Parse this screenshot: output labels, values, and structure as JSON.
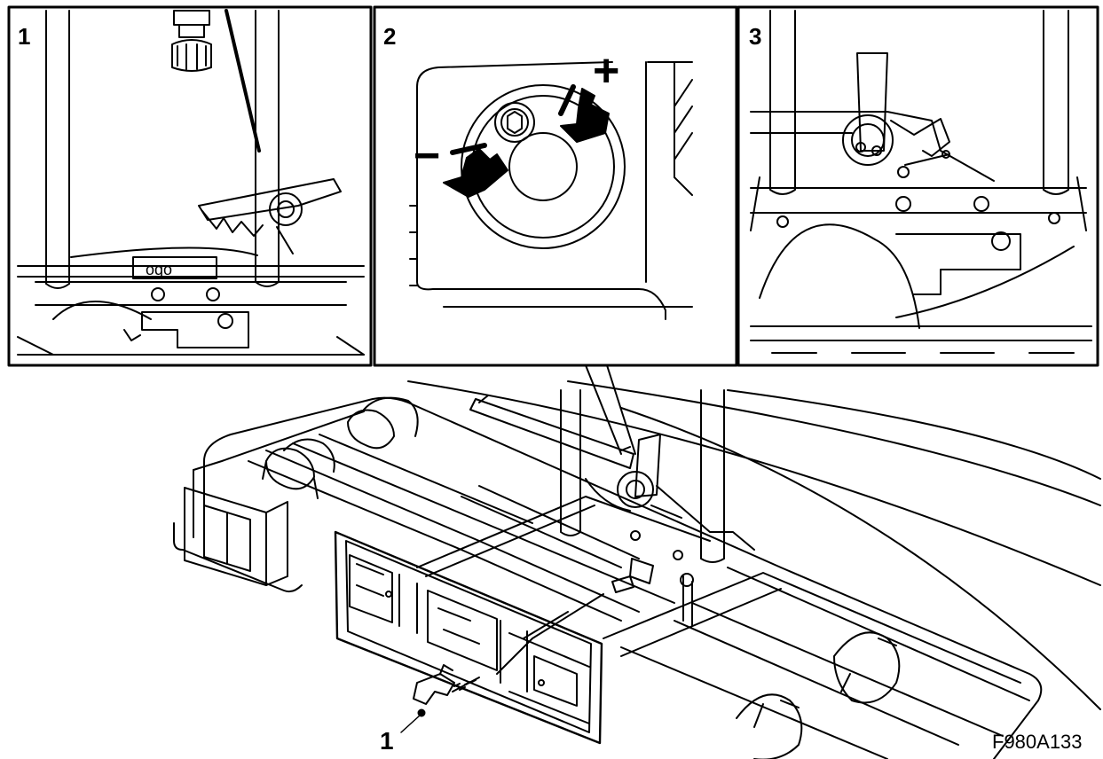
{
  "panels": [
    {
      "label": "1"
    },
    {
      "label": "2"
    },
    {
      "label": "3"
    }
  ],
  "adjust": {
    "plus": "+",
    "minus": "−"
  },
  "callout": {
    "label": "1"
  },
  "figure_code": "F980A133"
}
